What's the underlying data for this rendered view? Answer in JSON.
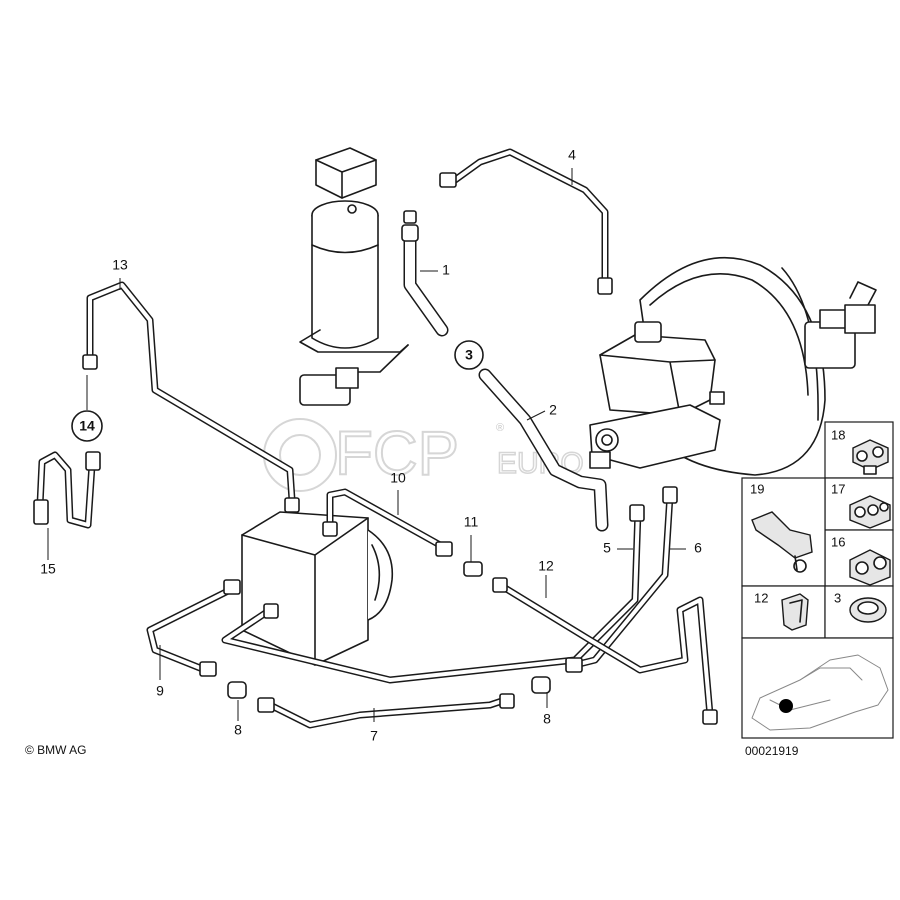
{
  "callouts": {
    "c1": "1",
    "c2": "2",
    "c3": "3",
    "c4": "4",
    "c5": "5",
    "c6": "6",
    "c7": "7",
    "c8a": "8",
    "c8b": "8",
    "c9": "9",
    "c10": "10",
    "c11": "11",
    "c12": "12",
    "c13": "13",
    "c14": "14",
    "c15": "15"
  },
  "legend": {
    "l18": "18",
    "l17": "17",
    "l16": "16",
    "l3": "3",
    "l19": "19",
    "l12": "12"
  },
  "copyright": "© BMW AG",
  "diagram_number": "00021919",
  "watermark": {
    "main": "FCP",
    "sub": "EURO",
    "reg": "®"
  }
}
